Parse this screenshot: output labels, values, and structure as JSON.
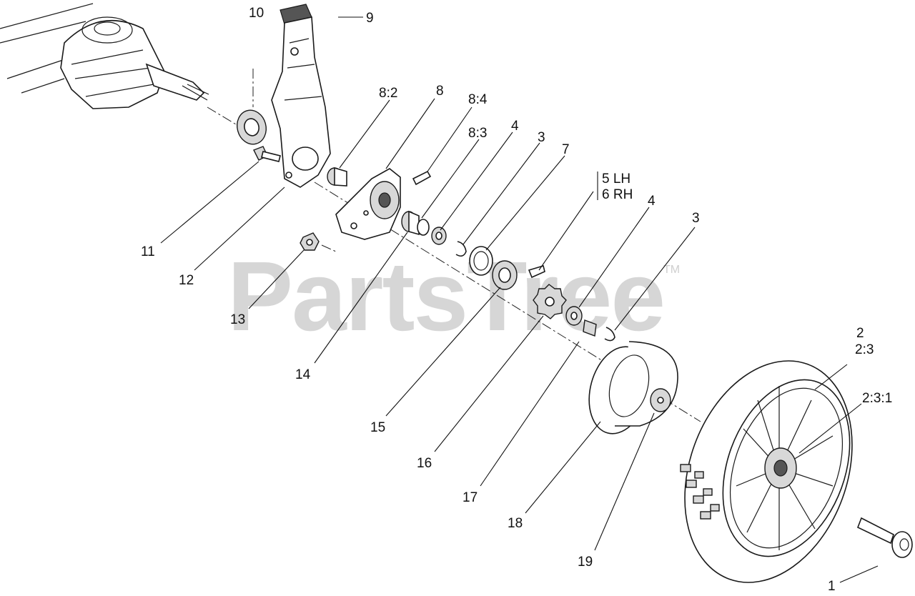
{
  "watermark": {
    "brand": "PartsTree",
    "trademark": "TM"
  },
  "callouts": {
    "c1": "1",
    "c2": "2",
    "c2_3": "2:3",
    "c2_3_1": "2:3:1",
    "c3a": "3",
    "c3b": "3",
    "c4a": "4",
    "c4b": "4",
    "c5": "5 LH",
    "c6": "6 RH",
    "c7": "7",
    "c8": "8",
    "c8_2": "8:2",
    "c8_3": "8:3",
    "c8_4": "8:4",
    "c9": "9",
    "c10": "10",
    "c11": "11",
    "c12": "12",
    "c13": "13",
    "c14": "14",
    "c15": "15",
    "c16": "16",
    "c17": "17",
    "c18": "18",
    "c19": "19"
  }
}
